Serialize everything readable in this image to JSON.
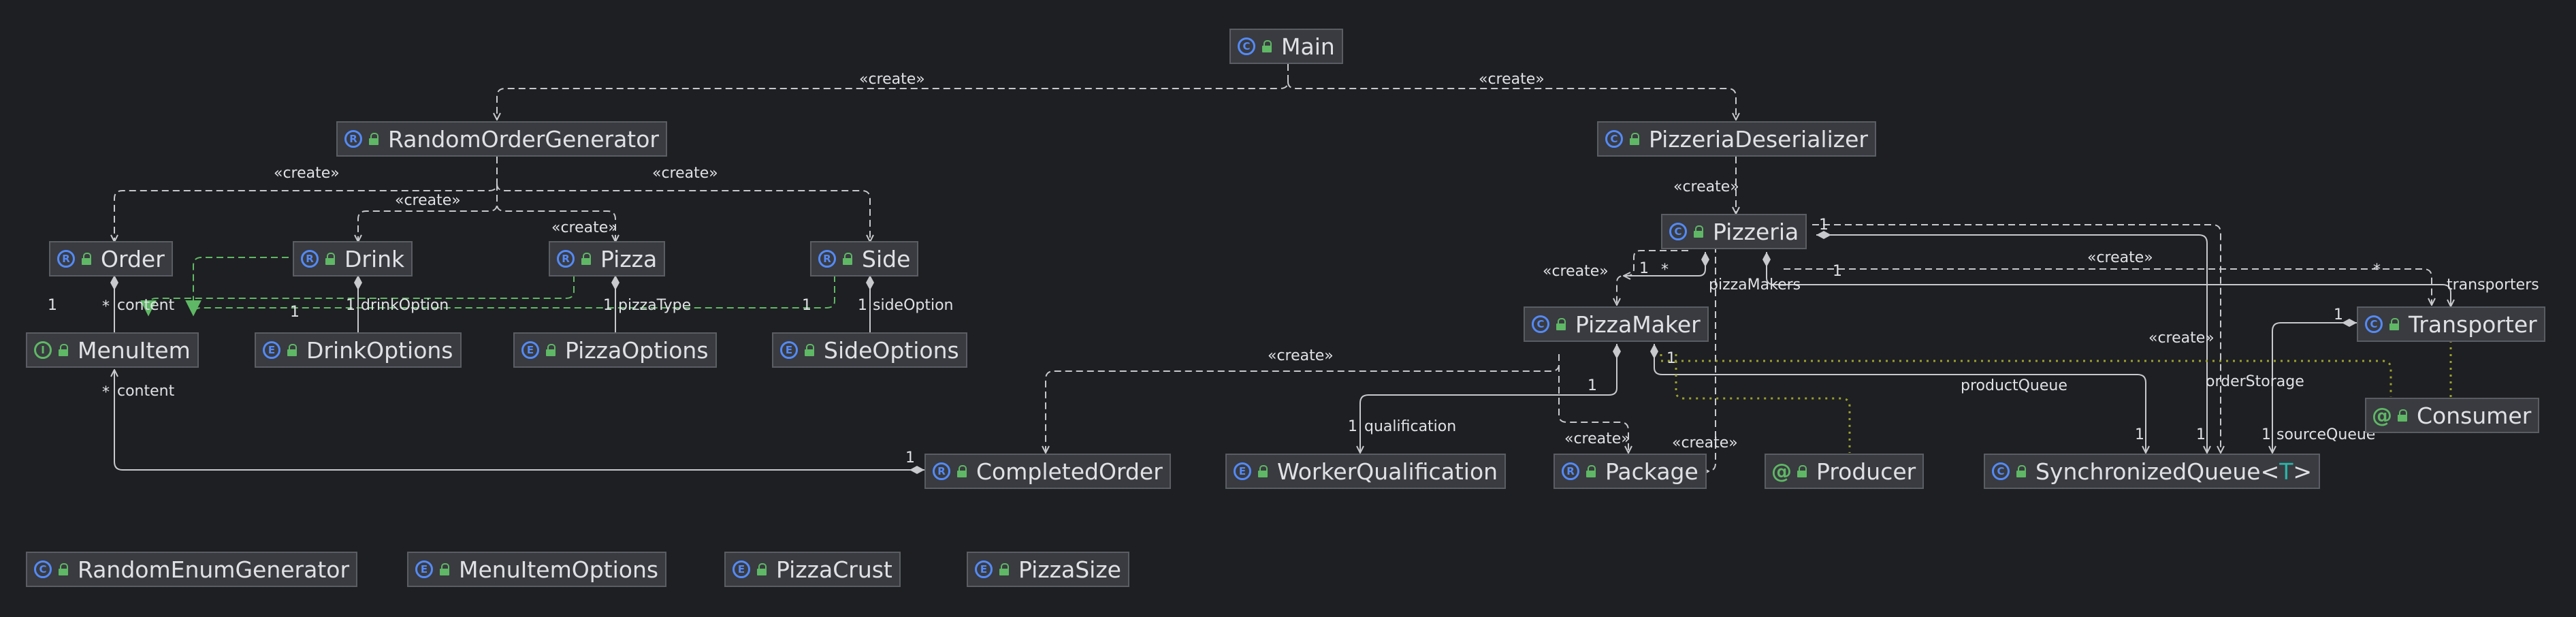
{
  "nodes": {
    "main": {
      "name": "Main",
      "kind": "C"
    },
    "random_order_generator": {
      "name": "RandomOrderGenerator",
      "kind": "R"
    },
    "pizzeria_deserializer": {
      "name": "PizzeriaDeserializer",
      "kind": "C"
    },
    "order": {
      "name": "Order",
      "kind": "R"
    },
    "drink": {
      "name": "Drink",
      "kind": "R"
    },
    "pizza": {
      "name": "Pizza",
      "kind": "R"
    },
    "side": {
      "name": "Side",
      "kind": "R"
    },
    "pizzeria": {
      "name": "Pizzeria",
      "kind": "C"
    },
    "menu_item": {
      "name": "MenuItem",
      "kind": "I"
    },
    "drink_options": {
      "name": "DrinkOptions",
      "kind": "E"
    },
    "pizza_options": {
      "name": "PizzaOptions",
      "kind": "E"
    },
    "side_options": {
      "name": "SideOptions",
      "kind": "E"
    },
    "pizza_maker": {
      "name": "PizzaMaker",
      "kind": "C"
    },
    "transporter": {
      "name": "Transporter",
      "kind": "C"
    },
    "consumer": {
      "name": "Consumer",
      "kind": "@"
    },
    "completed_order": {
      "name": "CompletedOrder",
      "kind": "R"
    },
    "worker_qualification": {
      "name": "WorkerQualification",
      "kind": "E"
    },
    "package": {
      "name": "Package",
      "kind": "R"
    },
    "producer": {
      "name": "Producer",
      "kind": "@"
    },
    "synchronized_queue": {
      "name": "SynchronizedQueue",
      "type_param": "T",
      "lt": "<",
      "gt": ">",
      "kind": "C"
    },
    "random_enum_generator": {
      "name": "RandomEnumGenerator",
      "kind": "C"
    },
    "menu_item_options": {
      "name": "MenuItemOptions",
      "kind": "E"
    },
    "pizza_crust": {
      "name": "PizzaCrust",
      "kind": "E"
    },
    "pizza_size": {
      "name": "PizzaSize",
      "kind": "E"
    }
  },
  "labels": {
    "create": "«create»",
    "content": "content",
    "drink_option": "drinkOption",
    "pizza_type": "pizzaType",
    "side_option": "sideOption",
    "pizza_makers": "pizzaMakers",
    "transporters": "transporters",
    "order_storage": "orderStorage",
    "product_queue": "productQueue",
    "source_queue": "sourceQueue",
    "qualification": "qualification",
    "one": "1",
    "many": "*"
  },
  "colors": {
    "background": "#1e1f22",
    "node_fill": "#393b40",
    "node_border": "#5a5d63",
    "text": "#dfe1e5",
    "edge": "#c8c9cc",
    "implements": "#5fb865",
    "dependency": "#9aa12e",
    "class_icon": "#548af7",
    "interface_icon": "#5fb865",
    "type_param": "#2bb5a8"
  }
}
